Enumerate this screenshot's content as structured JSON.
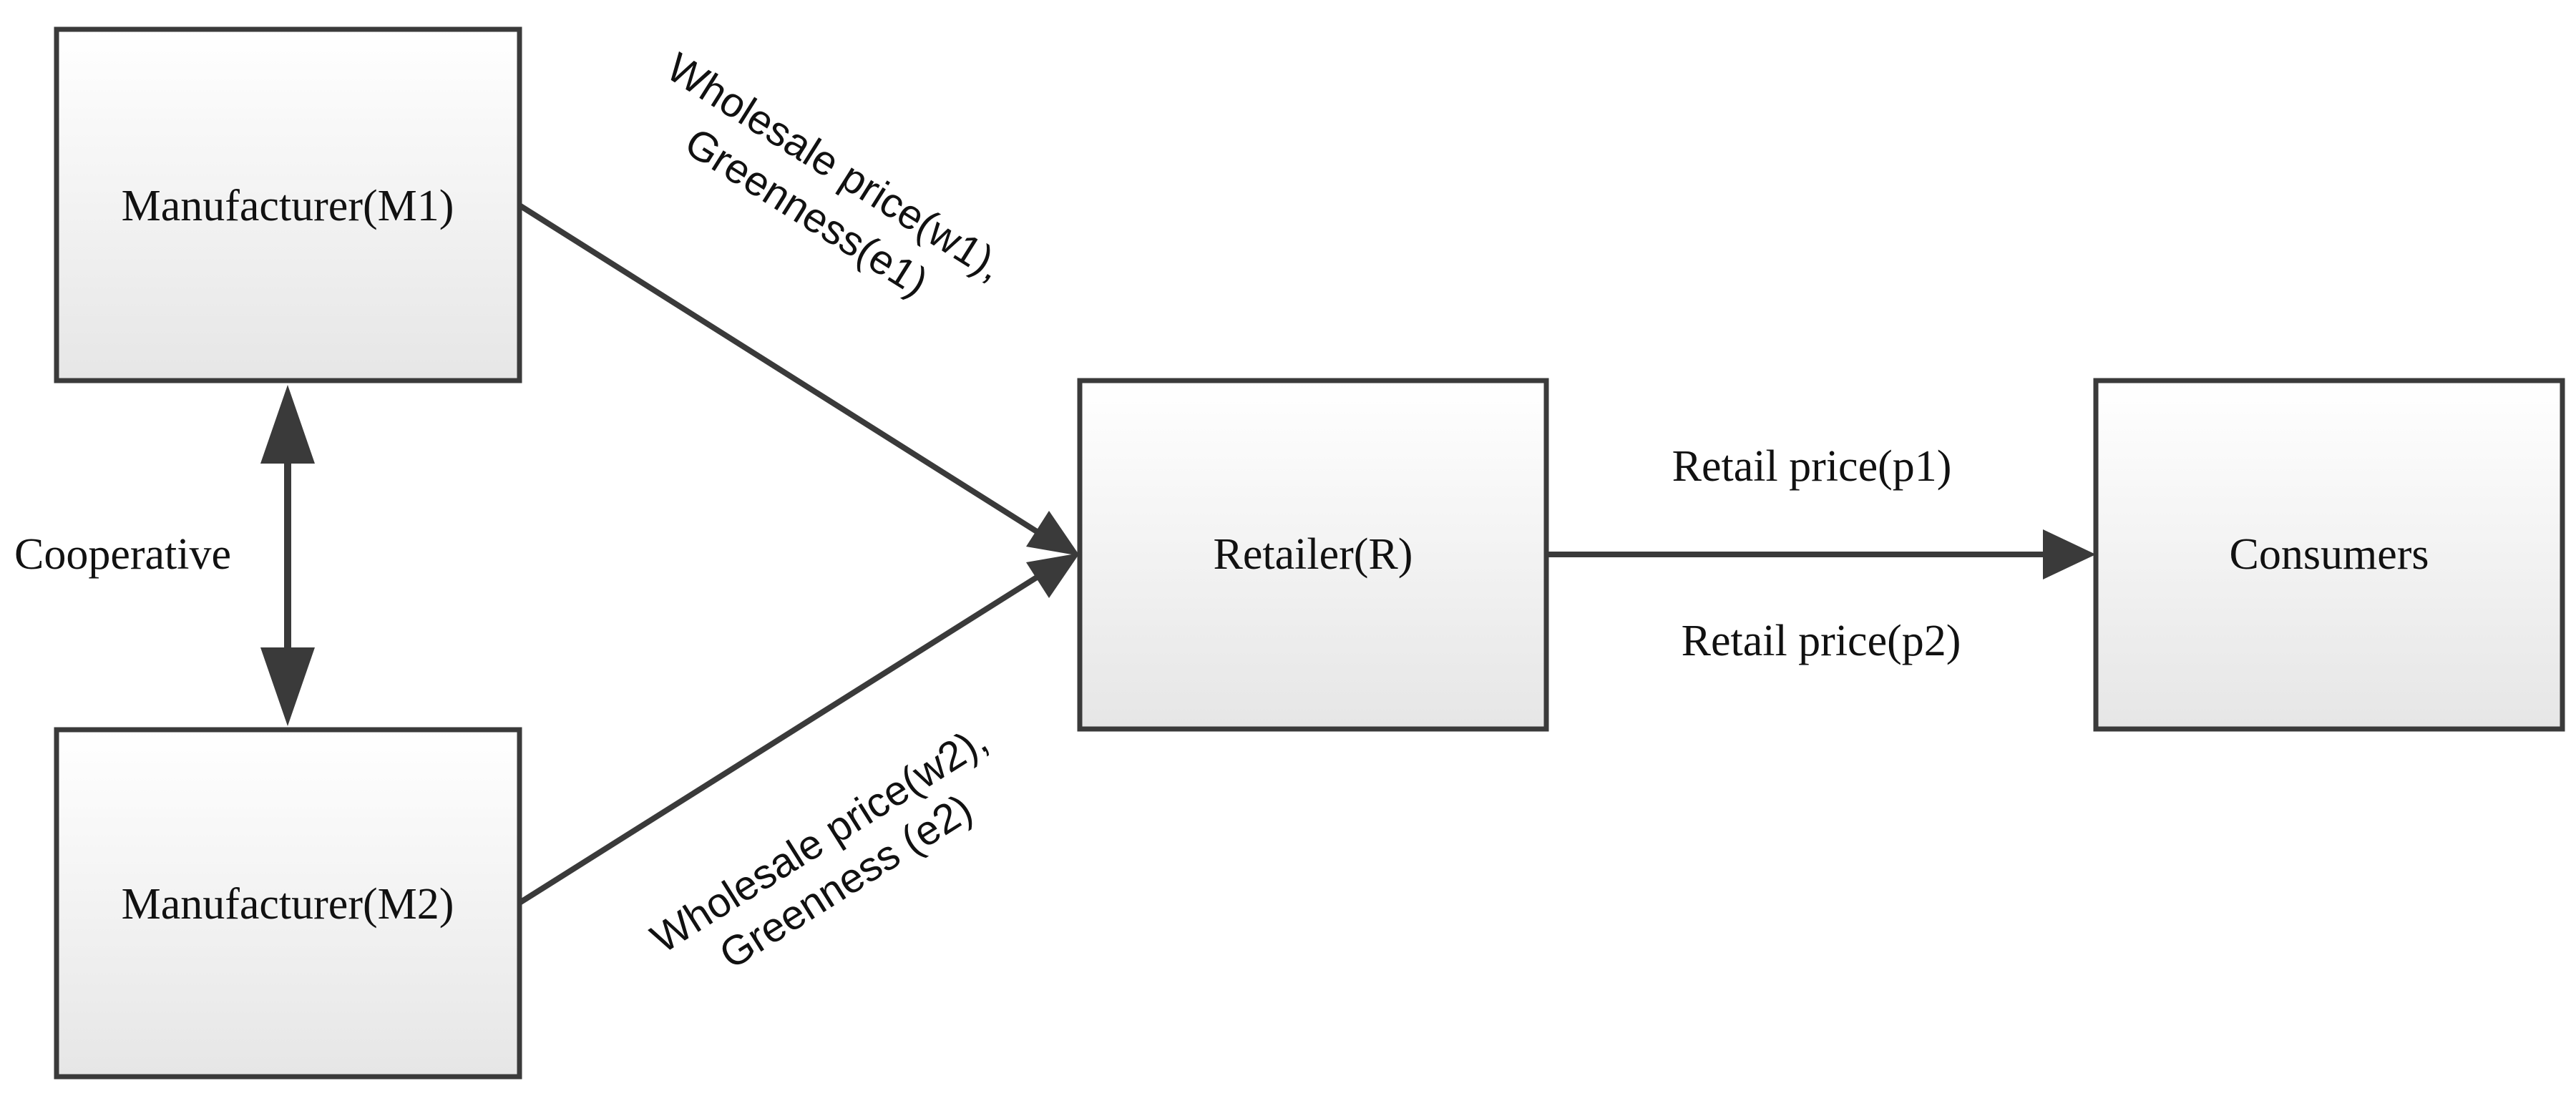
{
  "nodes": {
    "m1": "Manufacturer(M1)",
    "m2": "Manufacturer(M2)",
    "retailer": "Retailer(R)",
    "consumers": "Consumers"
  },
  "edges": {
    "m1_line1": "Wholesale price(w1),",
    "m1_line2": "Greenness(e1)",
    "m2_line1": "Wholesale price(w2),",
    "m2_line2": "Greenness (e2)",
    "retail_p1": "Retail price(p1)",
    "retail_p2": "Retail price(p2)",
    "cooperative": "Cooperative"
  },
  "colors": {
    "stroke": "#3a3a3a",
    "box_top": "#ffffff",
    "box_bottom": "#e6e6e6"
  }
}
